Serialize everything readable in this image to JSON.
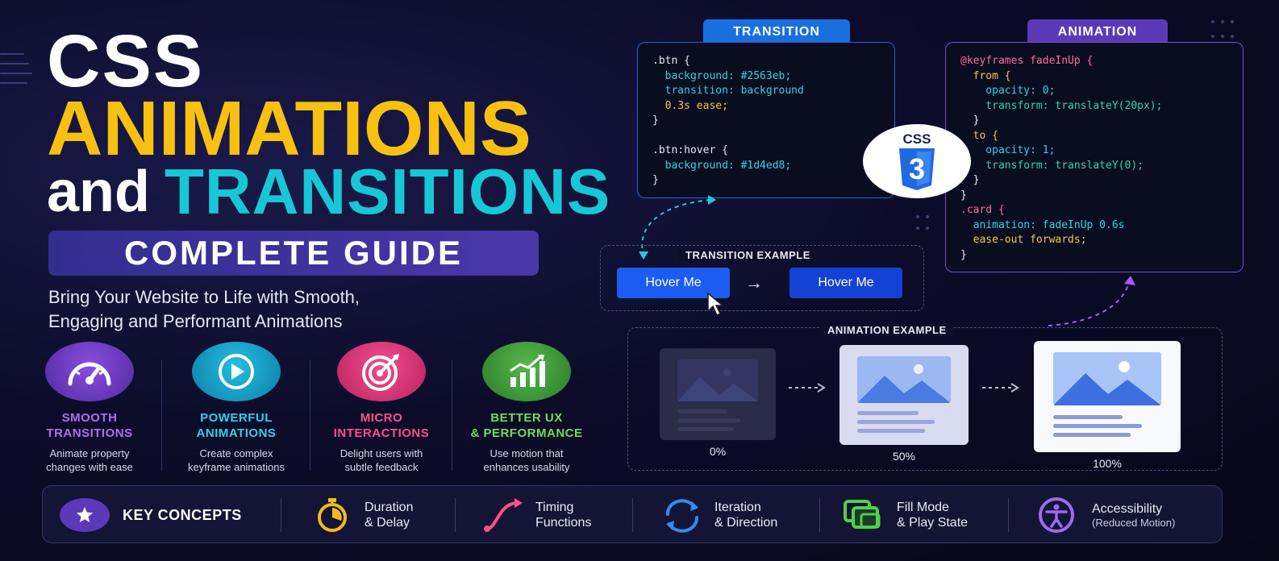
{
  "headline": {
    "css": "CSS",
    "animations": "ANIMATIONS",
    "and": "and",
    "transitions": "TRANSITIONS",
    "guide": "COMPLETE GUIDE",
    "subtitle_line1": "Bring Your Website to Life with Smooth,",
    "subtitle_line2": "Engaging and Performant Animations"
  },
  "features": [
    {
      "title_line1": "SMOOTH",
      "title_line2": "TRANSITIONS",
      "desc_line1": "Animate property",
      "desc_line2": "changes with ease",
      "icon": "speedometer-icon",
      "color": "#b06cf0",
      "circle": "#6a3bc4"
    },
    {
      "title_line1": "POWERFUL",
      "title_line2": "ANIMATIONS",
      "desc_line1": "Create complex",
      "desc_line2": "keyframe animations",
      "icon": "play-icon",
      "color": "#2fd0ea",
      "circle": "#1a9ec8"
    },
    {
      "title_line1": "MICRO",
      "title_line2": "INTERACTIONS",
      "desc_line1": "Delight users with",
      "desc_line2": "subtle feedback",
      "icon": "target-icon",
      "color": "#ff4f8a",
      "circle": "#e0387a"
    },
    {
      "title_line1": "BETTER UX",
      "title_line2": "& PERFORMANCE",
      "desc_line1": "Use motion that",
      "desc_line2": "enhances usability",
      "icon": "chart-up-icon",
      "color": "#6fdc5a",
      "circle": "#3fa03a"
    }
  ],
  "key_concepts": {
    "label": "KEY CONCEPTS",
    "items": [
      {
        "line1": "Duration",
        "line2": "& Delay",
        "icon": "stopwatch-icon",
        "color": "#f5b91c"
      },
      {
        "line1": "Timing",
        "line2": "Functions",
        "icon": "curve-icon",
        "color": "#ff4f8a"
      },
      {
        "line1": "Iteration",
        "line2": "& Direction",
        "icon": "refresh-icon",
        "color": "#2f8cf0"
      },
      {
        "line1": "Fill Mode",
        "line2": "& Play State",
        "icon": "layers-icon",
        "color": "#4ed24a"
      },
      {
        "line1": "Accessibility",
        "line2": "(Reduced Motion)",
        "icon": "accessibility-icon",
        "color": "#9a6cf0"
      }
    ]
  },
  "transition_panel": {
    "tag": "TRANSITION",
    "lines": [
      ".btn {",
      "  background: #2563eb;",
      "  transition: background",
      "  0.3s ease;",
      "}",
      "",
      ".btn:hover {",
      "  background: #1d4ed8;",
      "}"
    ]
  },
  "animation_panel": {
    "tag": "ANIMATION",
    "lines": [
      "@keyframes fadeInUp {",
      "  from {",
      "    opacity: 0;",
      "    transform: translateY(20px);",
      "  }",
      "  to {",
      "    opacity: 1;",
      "    transform: translateY(0);",
      "  }",
      "}",
      ".card {",
      "  animation: fadeInUp 0.6s",
      "  ease-out forwards;",
      "}"
    ]
  },
  "css_badge": {
    "label": "CSS",
    "number": "3"
  },
  "transition_example": {
    "label": "TRANSITION EXAMPLE",
    "button_before": "Hover Me",
    "button_after": "Hover Me",
    "arrow": "→"
  },
  "animation_example": {
    "label": "ANIMATION EXAMPLE",
    "steps": [
      "0%",
      "50%",
      "100%"
    ]
  },
  "colors": {
    "yellow": "#f8c112",
    "cyan": "#17c7d6",
    "purple_pill": "#3a32a0",
    "button_blue": "#1d5cf0",
    "button_blue_hover": "#1442d6"
  }
}
